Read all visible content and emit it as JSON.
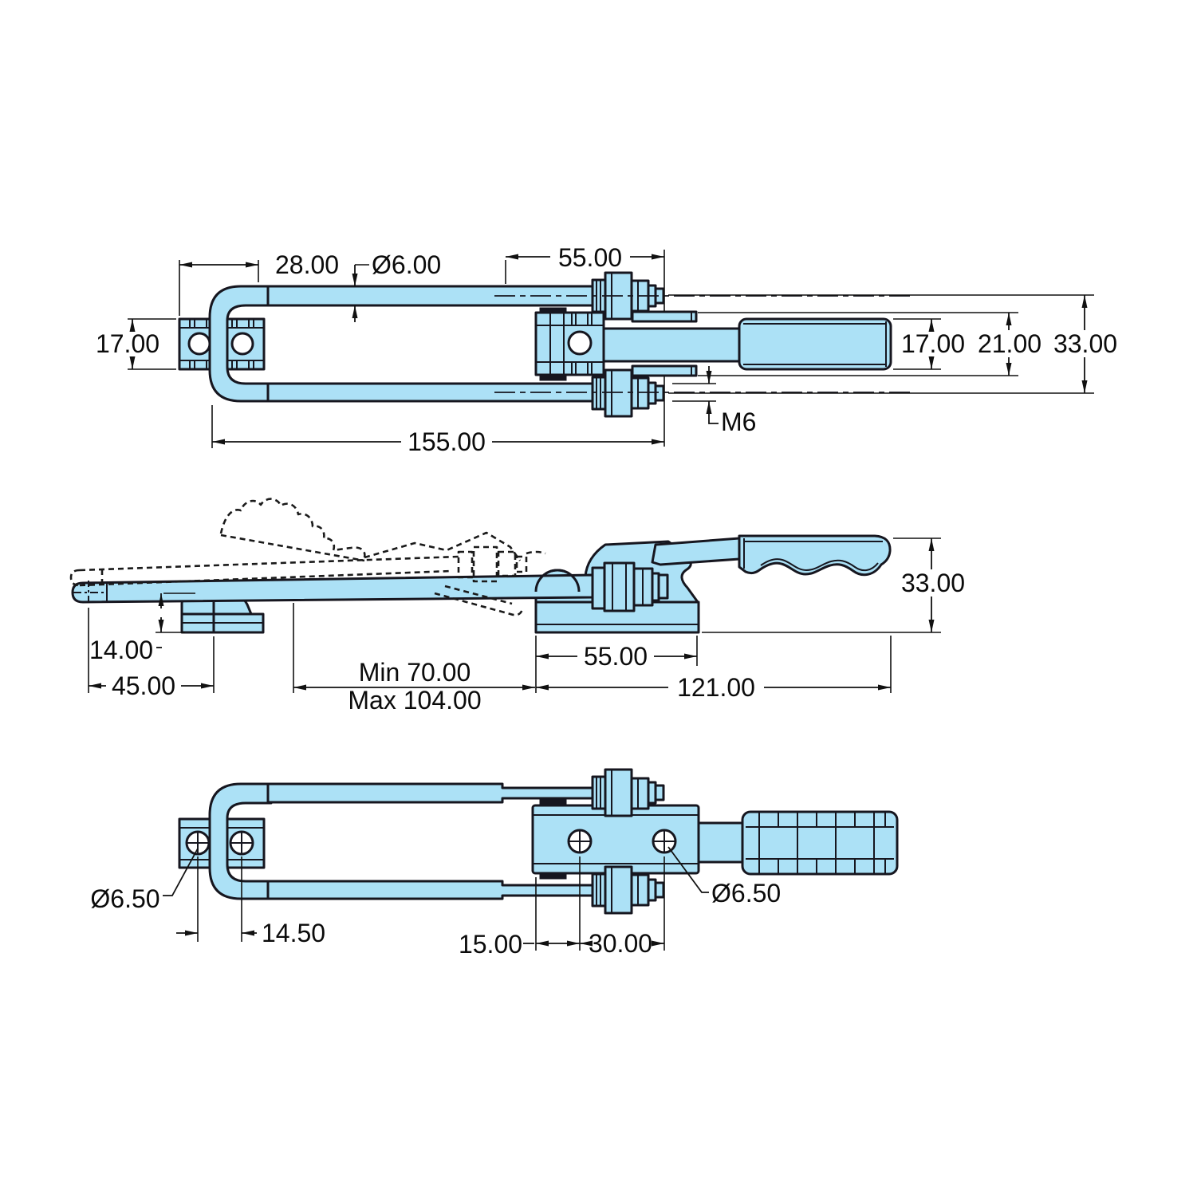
{
  "page": {
    "background": "#ffffff"
  },
  "colors": {
    "part_fill": "#ace1f6",
    "line_color": "#16161f",
    "dim_color": "#111111"
  },
  "views": {
    "top_view": {
      "dims": {
        "bracket_offset": "28.00",
        "rod_diameter": "Ø6.00",
        "adjust_length": "55.00",
        "bracket_height": "17.00",
        "overall_length": "155.00",
        "thread_size": "M6",
        "grip_height": "17.00",
        "lever_height": "21.00",
        "overall_height": "33.00"
      }
    },
    "side_view": {
      "dims": {
        "overall_height": "33.00",
        "catch_height": "14.00",
        "catch_offset": "45.00",
        "reach_min": "Min 70.00",
        "reach_max": "Max 104.00",
        "base_length": "55.00",
        "overall_length": "121.00"
      }
    },
    "bottom_view": {
      "dims": {
        "bracket_hole_dia": "Ø6.50",
        "bracket_hole_spacing": "14.50",
        "body_hole_edge": "15.00",
        "body_hole_spacing": "30.00",
        "body_hole_dia": "Ø6.50"
      }
    }
  }
}
